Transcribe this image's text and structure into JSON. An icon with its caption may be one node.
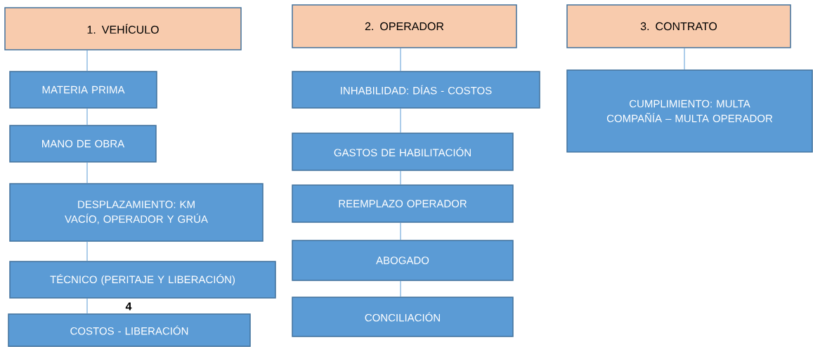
{
  "diagram": {
    "nodes": [
      {
        "text": [
          "1. VEHÍCULO"
        ]
      },
      {
        "text": [
          "MATERIA PRIMA"
        ]
      },
      {
        "text": [
          "MANO DE OBRA"
        ]
      },
      {
        "text": [
          "DESPLAZAMIENTO: KM VACÍO, OPERADOR Y GRÚA"
        ]
      },
      {
        "text": [
          "TÉCNICO (PERITAJE Y LIBERACIÓN)"
        ]
      },
      {
        "text": [
          "COSTOS - LIBERACIÓN"
        ]
      },
      {
        "text": [
          "2. OPERADOR"
        ]
      },
      {
        "text": [
          "INHABILIDAD: DÍAS - COSTOS"
        ]
      },
      {
        "text": [
          "GASTOS DE HABILITACIÓN"
        ]
      },
      {
        "text": [
          "REEMPLAZO OPERADOR"
        ]
      },
      {
        "text": [
          "ABOGADO"
        ]
      },
      {
        "text": [
          "CONCILIACIÓN"
        ]
      },
      {
        "text": [
          "3. CONTRATO"
        ]
      },
      {
        "text": [
          "CUMPLIMIENTO: MULTA COMPAÑÍA – MULTA OPERADOR"
        ]
      }
    ],
    "edges": [
      {
        "from": 0,
        "to": 1,
        "arrow": "none"
      },
      {
        "from": 1,
        "to": 2,
        "arrow": "none"
      },
      {
        "from": 2,
        "to": 3,
        "arrow": "none"
      },
      {
        "from": 3,
        "to": 4,
        "arrow": "none"
      },
      {
        "from": 4,
        "to": 5,
        "arrow": "none"
      },
      {
        "from": 6,
        "to": 7,
        "arrow": "none"
      },
      {
        "from": 7,
        "to": 8,
        "arrow": "none"
      },
      {
        "from": 8,
        "to": 9,
        "arrow": "none"
      },
      {
        "from": 9,
        "to": 10,
        "arrow": "none"
      },
      {
        "from": 10,
        "to": 11,
        "arrow": "none"
      },
      {
        "from": 12,
        "to": 13,
        "arrow": "none"
      }
    ],
    "labels": [
      "4"
    ]
  }
}
